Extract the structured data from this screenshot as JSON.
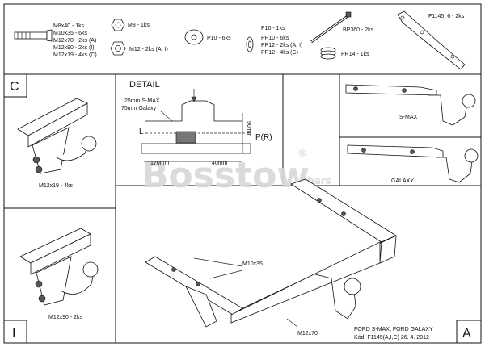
{
  "parts": {
    "bolt": [
      "M8x40 - 1ks",
      "M10x35 - 6ks",
      "M12x70 - 2ks (A)",
      "M12x90 - 2ks (I)",
      "M12x19 - 4ks (C)"
    ],
    "nut_m8": "M8 - 1ks",
    "nut_m12": "M12 - 2ks (A, I)",
    "washer_p10": "P10 - 6ks",
    "washers_pp": [
      "P10 - 1ks",
      "PP10 - 6ks",
      "PP12 - 2ks (A, I)",
      "PP12 - 4ks (C)"
    ],
    "tie": "BP360 - 2ks",
    "spring": "PR14 - 1ks",
    "bracket": "F1145_6 - 2ks"
  },
  "detail": {
    "title": "DETAIL",
    "smax": "25mm S-MAX",
    "galaxy": "75mm Galaxy",
    "l": "L",
    "pr": "P(R)",
    "dim_90": "90mm",
    "dim_170": "170mm",
    "dim_40": "40mm"
  },
  "panels": {
    "c_letter": "C",
    "i_letter": "I",
    "a_letter": "A",
    "c_bolt": "M12x19 - 4ks",
    "i_bolt": "M12x90 - 2ks",
    "smax_label": "S-MAX",
    "galaxy_label": "GALAXY",
    "main_m10": "M10x35",
    "main_m12": "M12x70"
  },
  "footer": {
    "model": "FORD S-MAX, FORD GALAXY",
    "code": "Kód: F1145(A,I,C)  26. 4. 2012"
  },
  "watermark": {
    "brand": "Bosstow",
    "sub": "bars",
    "reg": "®"
  }
}
